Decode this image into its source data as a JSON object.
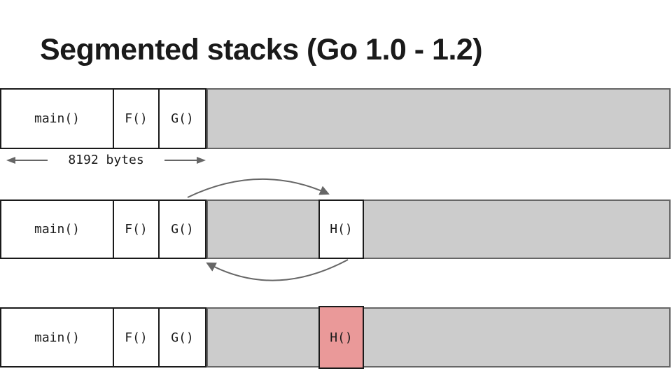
{
  "title": "Segmented stacks (Go 1.0 - 1.2)",
  "annotation": {
    "size_label": "8192 bytes"
  },
  "colors": {
    "background": "#ffffff",
    "text": "#1a1a1a",
    "free_space_fill": "#cccccc",
    "free_space_border": "#666666",
    "highlight_fill": "#ea9999",
    "arrow": "#666666"
  },
  "rows": [
    {
      "frames": {
        "main": "main()",
        "f": "F()",
        "g": "G()"
      }
    },
    {
      "frames": {
        "main": "main()",
        "f": "F()",
        "g": "G()"
      },
      "h": "H()"
    },
    {
      "frames": {
        "main": "main()",
        "f": "F()",
        "g": "G()"
      },
      "h": "H()"
    }
  ]
}
